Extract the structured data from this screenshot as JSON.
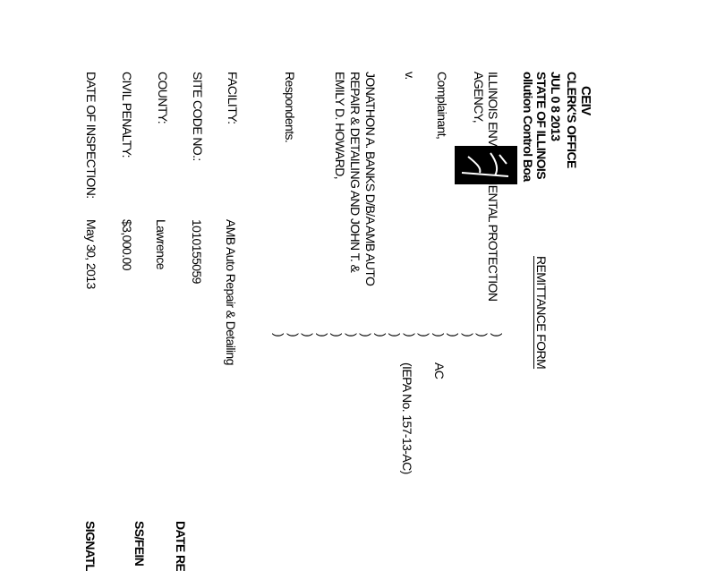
{
  "stamp": {
    "received": "CEIV",
    "office": "CLERK'S OFFICE",
    "date": "JUL 0 8 2013",
    "state": "STATE OF ILLINOIS",
    "board": "ollution Control Boa"
  },
  "title": "REMITTANCE FORM",
  "caption": {
    "complainant_line1": "ILLINOIS ENVIRONMENTAL PROTECTION",
    "complainant_line2": "AGENCY,",
    "complainant_role": "Complainant,",
    "versus": "v.",
    "respondent_line1": "JONATHON A. BANKS D/B/A AMB AUTO",
    "respondent_line2": "REPAIR & DETAILING AND JOHN T. &",
    "respondent_line3": "EMILY D. HOWARD,",
    "respondent_role": "Respondents.",
    "case_type": "AC",
    "case_number": "(IEPA No. 157-13-AC)",
    "parens": [
      ")",
      ")",
      ")",
      ")",
      ")",
      ")",
      ")",
      ")",
      ")",
      ")",
      ")",
      ")",
      ")",
      ")",
      ")",
      ")"
    ]
  },
  "fields": [
    {
      "label": "FACILITY:",
      "value": "AMB Auto Repair & Detailing"
    },
    {
      "label": "SITE CODE NO.:",
      "value": "1010155059"
    },
    {
      "label": "COUNTY:",
      "value": "Lawrence"
    },
    {
      "label": "CIVIL PENALTY:",
      "value": "$3,000.00"
    },
    {
      "label": "DATE OF INSPECTION:",
      "value": "May 30, 2013"
    }
  ],
  "cutoff_labels": {
    "date_received": "DATE RE",
    "ss_fein": "SS/FEIN",
    "signature": "SIGNATL"
  }
}
